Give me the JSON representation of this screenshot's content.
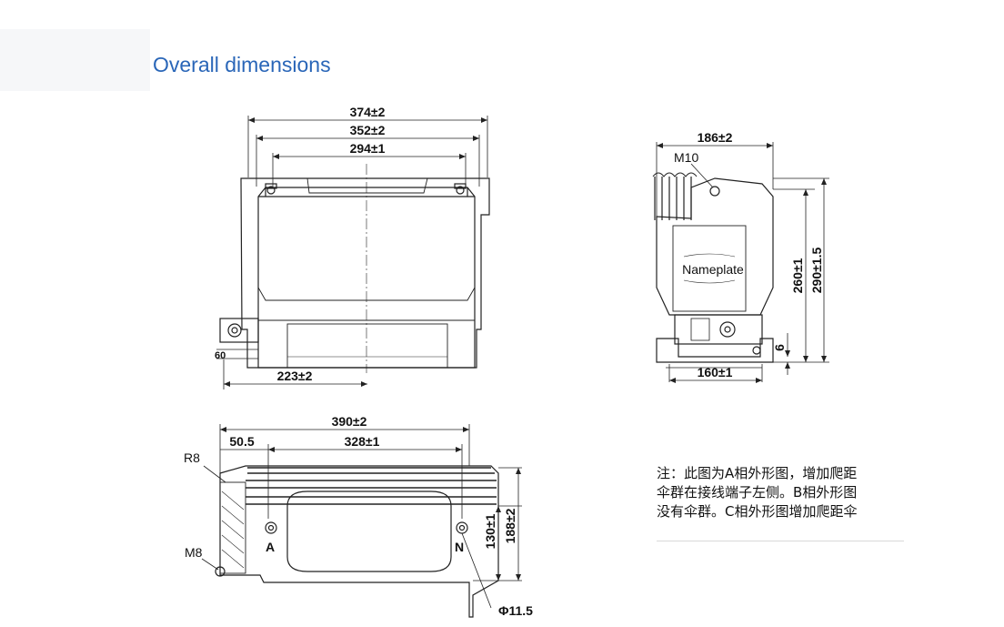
{
  "title": "Overall dimensions",
  "front_view": {
    "dims": {
      "overall_width": "374±2",
      "mid_width": "352±2",
      "inner_width": "294±1",
      "base_width": "223±2",
      "small_mark": "60"
    }
  },
  "side_view": {
    "dims": {
      "top_width": "186±2",
      "thread": "M10",
      "height_inner": "260±1",
      "height_outer": "290±1.5",
      "base_thickness": "6",
      "base_width": "160±1"
    },
    "nameplate_label": "Nameplate"
  },
  "top_view": {
    "dims": {
      "overall_length": "390±2",
      "offset": "50.5",
      "hole_spacing": "328±1",
      "radius": "R8",
      "thread": "M8",
      "inner_depth": "130±1",
      "outer_depth": "188±2",
      "hole_diameter": "Φ11.5"
    },
    "terminal_a": "A",
    "terminal_n": "N"
  },
  "note": {
    "lines": [
      "注：此图为A相外形图，增加爬距",
      "伞群在接线端子左侧。B相外形图",
      "没有伞群。C相外形图增加爬距伞"
    ]
  },
  "colors": {
    "title": "#2a66b8",
    "line": "#222222"
  }
}
